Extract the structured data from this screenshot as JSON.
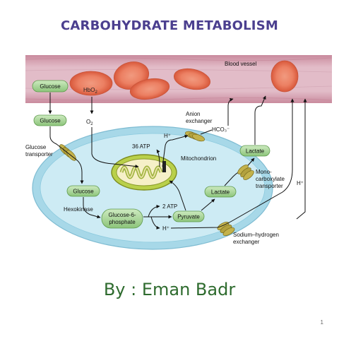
{
  "slide": {
    "title": "CARBOHYDRATE METABOLISM",
    "author": "By : Eman Badr",
    "page_number": "1"
  },
  "diagram": {
    "blood_vessel": "Blood vessel",
    "vessel_glucose": "Glucose",
    "hbo2": "HbO",
    "hbo2_sub": "2",
    "o2": "O",
    "o2_sub": "2",
    "glucose_outer": "Glucose",
    "glucose_transporter_1": "Glucose",
    "glucose_transporter_2": "transporter",
    "glucose_cell": "Glucose",
    "hexokinase": "Hexokinase",
    "g6p_1": "Glucose-6-",
    "g6p_2": "phosphate",
    "pyruvate": "Pyruvate",
    "two_atp": "2 ATP",
    "h_plus_lower": "H⁺",
    "lactate_inner": "Lactate",
    "lactate_outer": "Lactate",
    "mitochondrion": "Mitochondrion",
    "thirtysix_atp": "36 ATP",
    "h_plus_mito": "H⁺",
    "anion_exchanger_1": "Anion",
    "anion_exchanger_2": "exchanger",
    "hco3": "HCO₃⁻",
    "mct_1": "Mono-",
    "mct_2": "carboxylate",
    "mct_3": "transporter",
    "h_plus_right": "H⁺",
    "nhe_1": "Sodium–hydrogen",
    "nhe_2": "exchanger"
  },
  "colors": {
    "title": "#4b3f8f",
    "author": "#2e6b2e",
    "vessel": "#d8aebb",
    "rbc": "#ea7b5c",
    "cell_membrane": "#9cd3e6",
    "cytoplasm": "#c7e9f3",
    "metabolite_pill": "#a9d79a",
    "mitochondrion": "#b7cf43",
    "transporter": "#b9a94a"
  }
}
